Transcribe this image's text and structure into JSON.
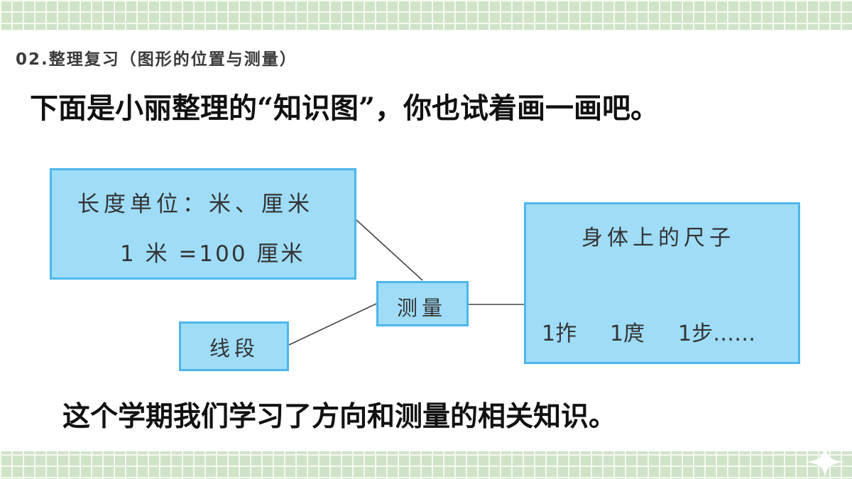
{
  "section_title": "02.整理复习（图形的位置与测量）",
  "headline": "下面是小丽整理的“知识图”，你也试着画一画吧。",
  "diagram": {
    "units_line1": "长度单位：米、厘米",
    "units_line2": "1 米 =100 厘米",
    "measure": "测量",
    "segment": "线段",
    "body_ruler_title": "身体上的尺子",
    "body_items": [
      "1拃",
      "1庹",
      "1步……"
    ]
  },
  "summary": "这个学期我们学习了方向和测量的相关知识。",
  "colors": {
    "box_fill": "#9fdcf7",
    "box_border": "#4db6ea",
    "grid_green": "#cfe3c8"
  }
}
